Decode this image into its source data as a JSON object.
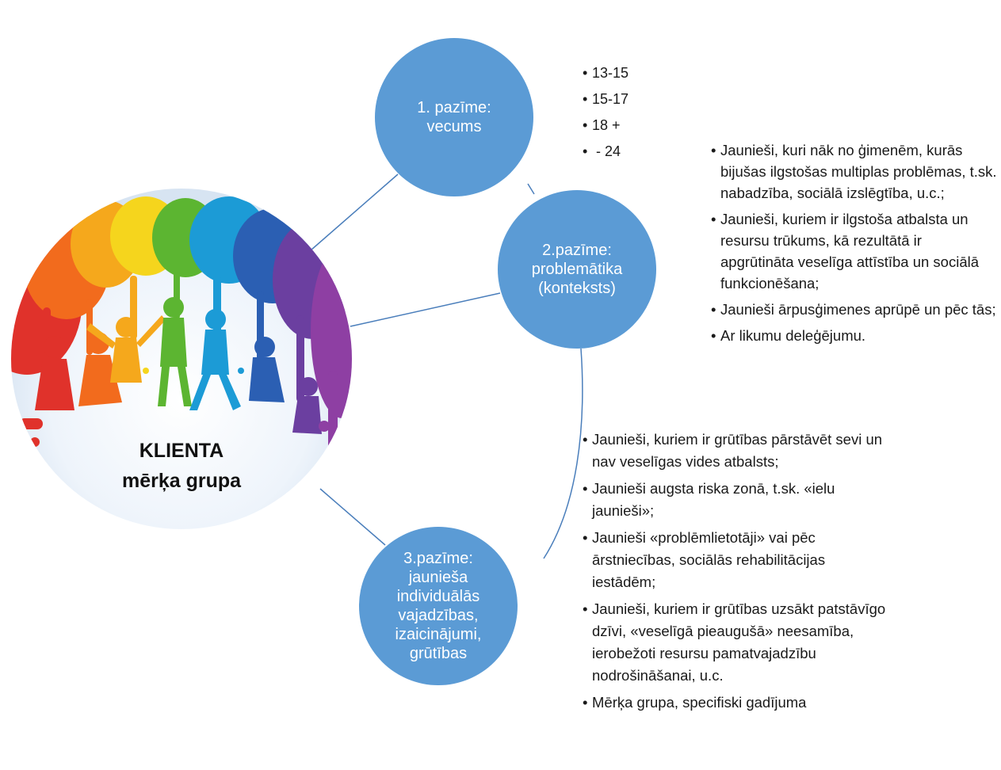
{
  "hub": {
    "line1": "KLIENTA",
    "line2": "mērķa grupa"
  },
  "nodes": [
    {
      "lines": [
        "1. pazīme:",
        "vecums"
      ]
    },
    {
      "lines": [
        "2.pazīme:",
        "problemātika",
        "(konteksts)"
      ]
    },
    {
      "lines": [
        "3.pazīme:",
        "jaunieša",
        "individuālās",
        "vajadzības,",
        "izaicinājumi,",
        "grūtības"
      ]
    }
  ],
  "age_items": [
    "13-15",
    "15-17",
    "18 +",
    " - 24"
  ],
  "context_items": [
    "Jaunieši, kuri nāk no ģimenēm, kurās bijušas ilgstošas multiplas problēmas, t.sk. nabadzība, sociālā izslēgtība, u.c.;",
    "Jaunieši, kuriem ir ilgstoša atbalsta un resursu trūkums, kā rezultātā ir apgrūtināta veselīga attīstība un sociālā funkcionēšana;",
    "Jaunieši ārpusģimenes aprūpē un pēc tās;",
    "Ar likumu deleģējumu."
  ],
  "needs_items": [
    "Jaunieši, kuriem ir grūtības pārstāvēt sevi un nav veselīgas vides atbalsts;",
    "Jaunieši augsta riska zonā, t.sk. «ielu jaunieši»;",
    "Jaunieši «problēmlietotāji» vai pēc ārstniecības, sociālās rehabilitācijas iestādēm;",
    "Jaunieši, kuriem ir grūtības uzsākt patstāvīgo dzīvi, «veselīgā pieaugušā» neesamība, ierobežoti resursu pamatvajadzību nodrošināšanai, u.c.",
    "Mērķa grupa, specifiski gadījuma"
  ],
  "colors": {
    "node_fill": "#5b9bd5",
    "connector": "#4a7ebb",
    "text": "#1a1a1a"
  }
}
